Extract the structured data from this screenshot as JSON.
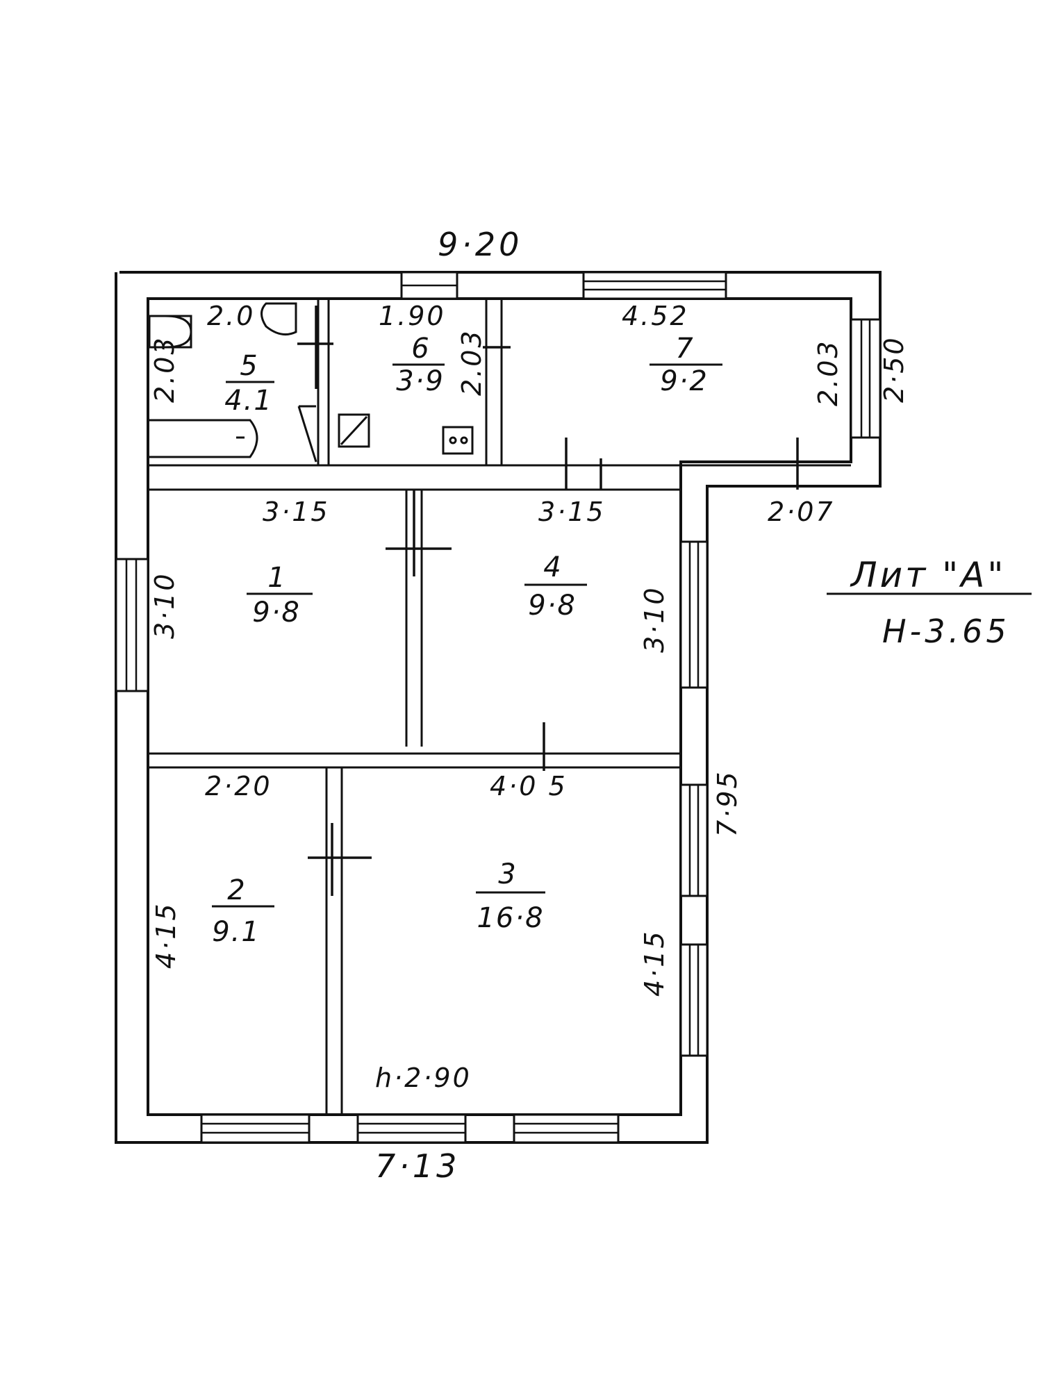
{
  "plan": {
    "overall": {
      "top_width": "9·20",
      "bottom_width": "7·13",
      "right_height_upper": "2·50",
      "right_height_lower": "7·95"
    },
    "rooms": [
      {
        "id": "1",
        "area": "9·8"
      },
      {
        "id": "2",
        "area": "9.1"
      },
      {
        "id": "3",
        "area": "16·8"
      },
      {
        "id": "4",
        "area": "9·8"
      },
      {
        "id": "5",
        "area": "4.1"
      },
      {
        "id": "6",
        "area": "3·9"
      },
      {
        "id": "7",
        "area": "9·2"
      }
    ],
    "dimensions": {
      "r5_width": "2.0",
      "r5_height": "2.03",
      "r6_width": "1.90",
      "r6_height": "2.03",
      "r7_width": "4.52",
      "r7_height": "2.03",
      "r1_width": "3·15",
      "r1_height": "3·10",
      "r4_width": "3·15",
      "r4_height": "3·10",
      "corridor_width": "2·07",
      "r2_width": "2·20",
      "r2_height": "4·15",
      "r3_width": "4·0 5",
      "r3_height": "4·15"
    },
    "ceiling_height_note": "h·2·90",
    "legend": {
      "lit": "Лит \"А\"",
      "height": "H-3.65"
    }
  }
}
